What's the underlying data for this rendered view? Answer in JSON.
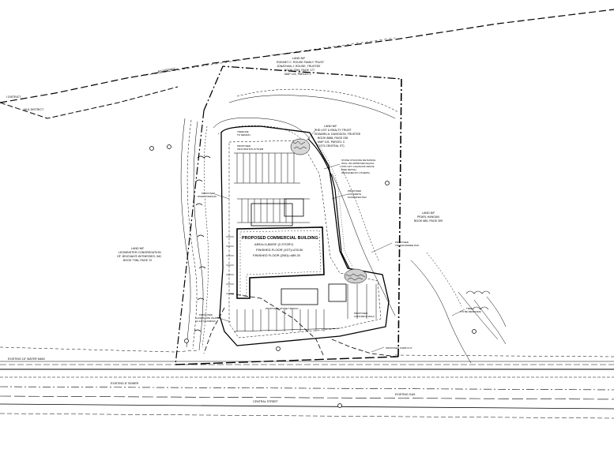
{
  "districts": {
    "i_district": "I DISTRICT",
    "ra_district": "RA DISTRICT",
    "mu1_district": "MU1 DISTRICT"
  },
  "abutters": {
    "north": [
      "LAND N/F",
      "RODNEY C. ROUSE FAMILY TRUST",
      "JONATHAN J. ROUSE, TRUSTEE",
      "BOOK 7394, PAGE 177",
      "MAP 101, PARCEL 1"
    ],
    "northeast": [
      "LAND N/F",
      "THE LIST & REALTY TRUST",
      "EDWARD A. DAVIDSON, TRUSTEE",
      "BOOK 8888, PAGE 238",
      "MAP 101, PARCEL 3",
      "(1373 CENTRAL ST)"
    ],
    "east": [
      "LAND N/F",
      "PEARL HANGAN",
      "BOOK 880, PAGE 309"
    ],
    "west": [
      "LAND N/F",
      "LEOMINSTER CONGREGATION",
      "OF JEHOVAH'S WITNESSES, INC.",
      "BOOK 7786, PAGE 70"
    ]
  },
  "building": {
    "title": "PROPOSED COMMERCIAL BUILDING",
    "area": "AREA=3,800SF (2-STORY)",
    "ffe": "FINISHED FLOOR (1ST)=478.50",
    "ffe2": "FINISHED FLOOR (2ND)=489.20"
  },
  "notes": {
    "retaining_wall": [
      "STONE STACKING RETAINING",
      "WALL OR APPROVED EQUAL",
      "WITH 4FT CHAINLINK FENCE",
      "(SEE DETAIL)",
      "(DESIGNED BY OTHERS)"
    ],
    "detention": [
      "INFILTRATION SYSTEM",
      "PROPOSED"
    ],
    "dumpster": [
      "PROPOSED",
      "CONCRETE",
      "DUMPSTER PAD"
    ],
    "paved_lot": [
      "PROPOSED",
      "PAVED PARKING"
    ],
    "stone_trench": "PROPOSED STONE TRENCH",
    "curb_cut": "PROPOSED CURB CUT",
    "landscape_islands": [
      "PROPOSED",
      "LANDSCAPE ISLAND",
      "(2-1/2' MAXIMUM)"
    ],
    "conc_walk": [
      "PROPOSED",
      "CONCRETE WALK"
    ],
    "transformer": [
      "PROPOSED",
      "TRANSFORMER PAD"
    ],
    "tree_line": [
      "TREELINE",
      "TO REMAIN"
    ]
  },
  "street": {
    "water_main": "EXISTING 16\" WATER MAIN",
    "sewer": "EXISTING 8\" SEWER",
    "gas": "EXISTING GAS",
    "row": "CENTRAL STREET"
  },
  "tree_call": [
    "TREE",
    "(TO BE REMOVED)"
  ]
}
